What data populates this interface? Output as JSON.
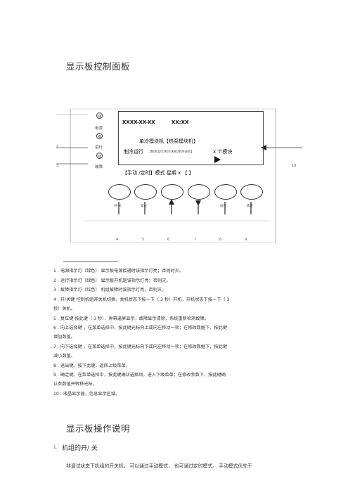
{
  "section1_title": "显示板控制面板",
  "panel": {
    "led_labels": [
      "电源",
      "运行",
      "故障"
    ],
    "left_callouts": [
      "2",
      "3"
    ],
    "right_callout": "10",
    "lcd": {
      "date": "XXXX-XX-XX",
      "time": "XX:XX",
      "time_suffix": "!",
      "mode_title": "单冷模块机【热泵模块机】",
      "status": "制冷运行",
      "status_detail": "【制热运行/制冷关机/制热关机】",
      "module_count": "x 个模块",
      "bottom_line": "【手动 /定时】模式         星期  x  【      】"
    },
    "button_labels": [
      "开/关",
      "复位",
      "",
      "",
      "返回",
      "确定"
    ],
    "bottom_numbers": [
      "4",
      "5",
      "6",
      "7",
      "8",
      "9"
    ]
  },
  "legend_items": [
    "1 .  电源指示灯（绿色）   显示板电源接通时该指示灯亮；否则时灭。",
    "2 .  运行指示灯（绿色）   显示板开机是该指示灯亮；否则灭。",
    "3 .  故障指示灯（红色）   机组故障时该指示灯亮，否则灭。",
    "4 .  开/关键   控制机组开关机切换。关机状态下按一下（      3 秒）开机，开机状态下按一下（      3",
    "秒）关机。",
    "5 .  复位键  按此键（  3 秒），屏幕逼屏显示，故障显示清除，系统重新检测故障。",
    "6 .  向上选择键 ，在菜单选择中，按此键光标向上或向左移动一项；在修改数据下，按此键",
    "增加数值。",
    "7 .  向下选择键 ，在菜单选择中，按此键光标向下或向左移动一项；在修改数据下，按此键",
    "减小数值。",
    "8 .  退出键。按下此键，返回上级菜单。",
    "9 .  确定键。在菜单选择中，按此键确认选择项，进入下级菜单；在修改参数下，按此键确",
    "认参数值并转移光标。",
    "10 .  液晶显示器，信息显示区域。"
  ],
  "section2_title": "显示板操作说明",
  "subsection": {
    "number": "1.",
    "title": "机组的开/ 关"
  },
  "paragraph": "非调试状态下机组的开关机，      可以通过手动模式，     也可通过定时模式。    手动模式优先于"
}
